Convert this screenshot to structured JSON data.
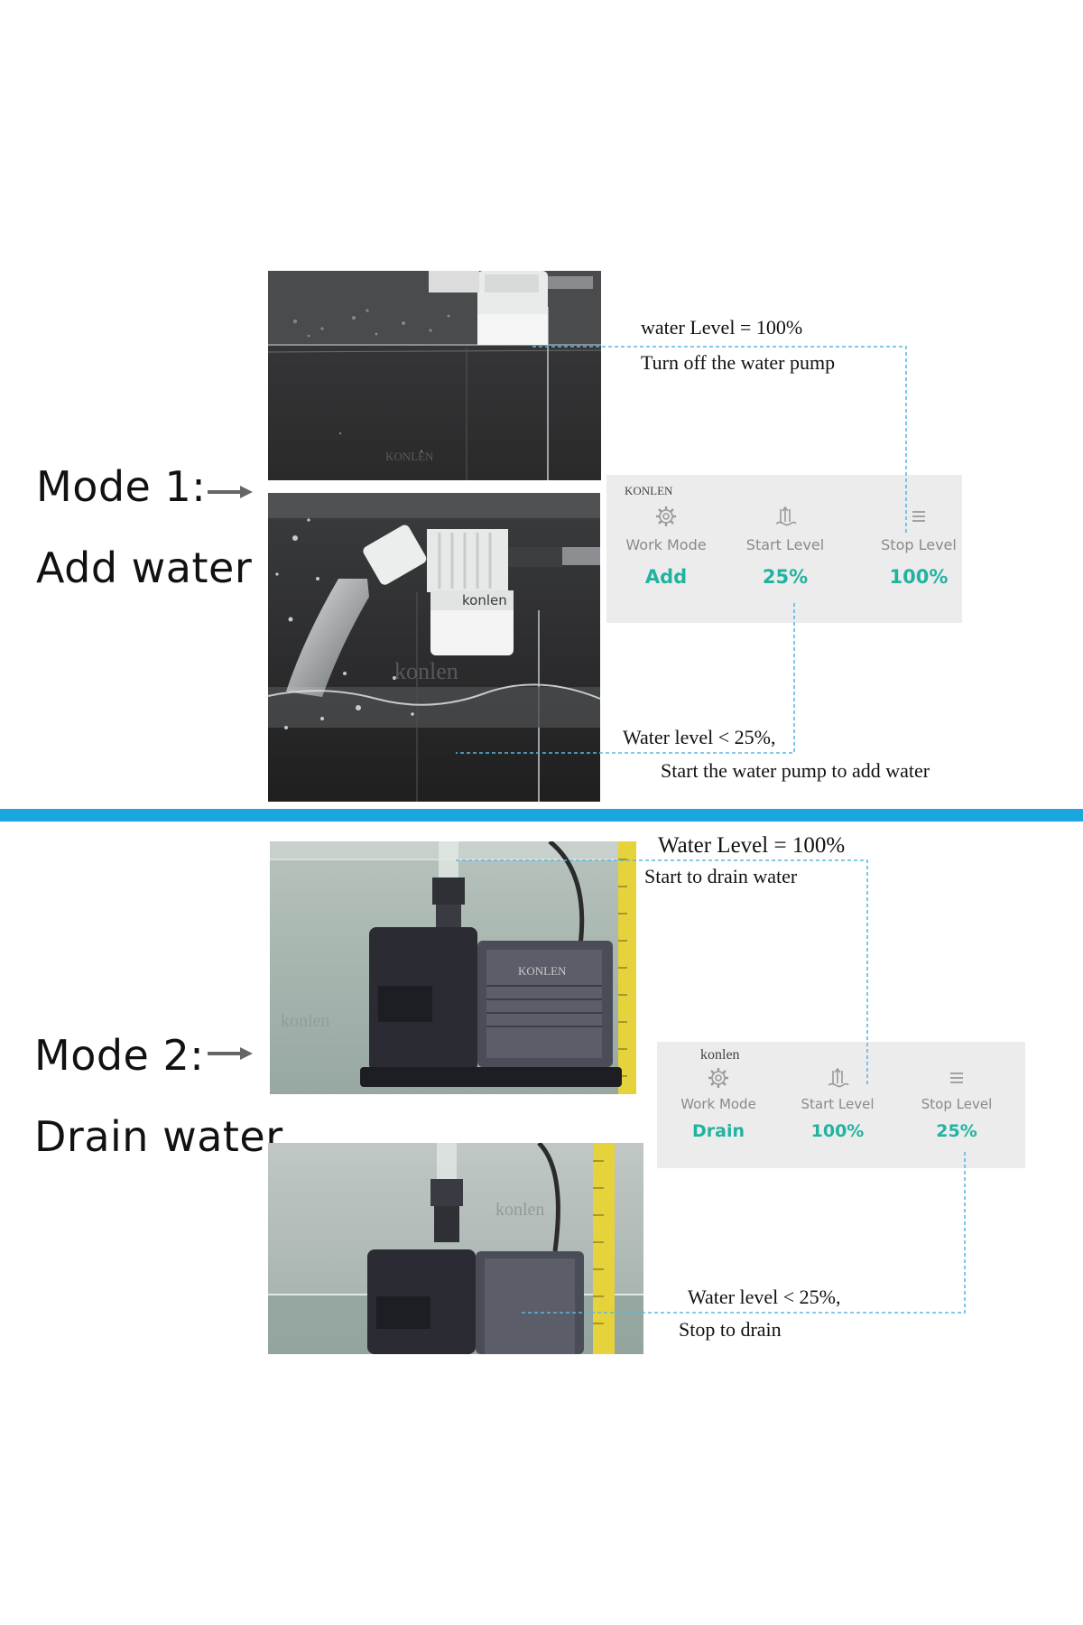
{
  "mode1": {
    "title": "Mode 1:",
    "subtitle": "Add water",
    "top_photo_watermark": "KONLEN",
    "bottom_photo_watermark": "konlen",
    "valve_label": "konlen",
    "note_full_line1": "water Level = 100%",
    "note_full_line2": "Turn off the water pump",
    "note_low_line1": "Water level < 25%,",
    "note_low_line2": "Start the water pump to add water",
    "panel": {
      "brand": "KONLEN",
      "columns": [
        {
          "label": "Work Mode",
          "value": "Add",
          "icon": "gear-icon"
        },
        {
          "label": "Start Level",
          "value": "25%",
          "icon": "water-level-icon"
        },
        {
          "label": "Stop Level",
          "value": "100%",
          "icon": "menu-lines-icon"
        }
      ]
    }
  },
  "mode2": {
    "title": "Mode 2:",
    "subtitle": "Drain water",
    "top_photo_watermark": "konlen",
    "pump_brand": "KONLEN",
    "bottom_photo_watermark": "konlen",
    "note_full_line1": "Water Level = 100%",
    "note_full_line2": "Start to drain water",
    "note_low_line1": "Water level < 25%,",
    "note_low_line2": "Stop to drain",
    "panel": {
      "brand": "konlen",
      "columns": [
        {
          "label": "Work Mode",
          "value": "Drain",
          "icon": "gear-icon"
        },
        {
          "label": "Start Level",
          "value": "100%",
          "icon": "water-level-icon"
        },
        {
          "label": "Stop Level",
          "value": "25%",
          "icon": "menu-lines-icon"
        }
      ]
    }
  },
  "colors": {
    "divider": "#1aa7dd",
    "accent_value": "#22b3a0",
    "leader_line": "#5bb8e0",
    "panel_bg": "#ececec"
  }
}
